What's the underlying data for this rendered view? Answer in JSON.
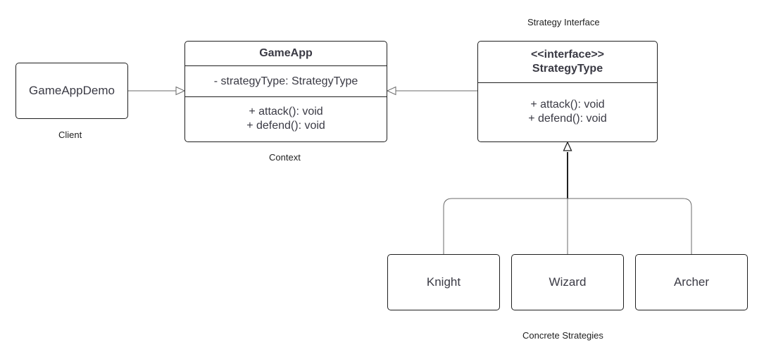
{
  "client": {
    "name": "GameAppDemo",
    "label": "Client"
  },
  "context": {
    "name": "GameApp",
    "attribute": "- strategyType: StrategyType",
    "methods": [
      "+ attack(): void",
      "+ defend(): void"
    ],
    "label": "Context"
  },
  "interface": {
    "stereotype": "<<interface>>",
    "name": "StrategyType",
    "methods": [
      "+ attack(): void",
      "+ defend(): void"
    ],
    "label": "Strategy Interface"
  },
  "strategies": {
    "items": [
      "Knight",
      "Wizard",
      "Archer"
    ],
    "label": "Concrete Strategies"
  },
  "colors": {
    "line": "#1f1f1f",
    "text": "#3a3a44",
    "connector": "#6b6b6b"
  }
}
